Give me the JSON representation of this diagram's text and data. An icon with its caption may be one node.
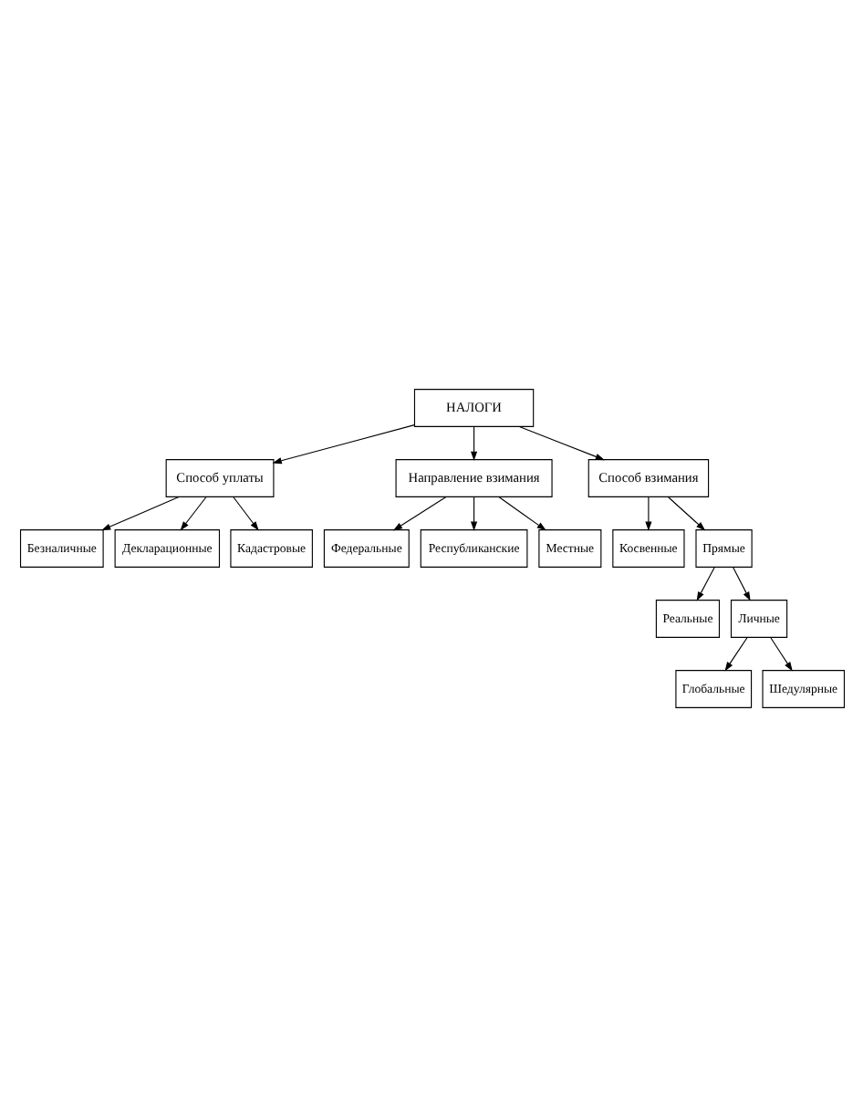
{
  "diagram": {
    "nodes": [
      {
        "text": [
          "НАЛОГИ"
        ]
      },
      {
        "text": [
          "Способ уплаты"
        ]
      },
      {
        "text": [
          "Направление взимания"
        ]
      },
      {
        "text": [
          "Способ взимания"
        ]
      },
      {
        "text": [
          "Безналичные"
        ]
      },
      {
        "text": [
          "Декларационные"
        ]
      },
      {
        "text": [
          "Кадастровые"
        ]
      },
      {
        "text": [
          "Федеральные"
        ]
      },
      {
        "text": [
          "Республиканские"
        ]
      },
      {
        "text": [
          "Местные"
        ]
      },
      {
        "text": [
          "Косвенные"
        ]
      },
      {
        "text": [
          "Прямые"
        ]
      },
      {
        "text": [
          "Реальные"
        ]
      },
      {
        "text": [
          "Личные"
        ]
      },
      {
        "text": [
          "Глобальные"
        ]
      },
      {
        "text": [
          "Шедулярные"
        ]
      }
    ],
    "edges": [
      {
        "from": 0,
        "to": 1,
        "arrow": "to"
      },
      {
        "from": 0,
        "to": 2,
        "arrow": "to"
      },
      {
        "from": 0,
        "to": 3,
        "arrow": "to"
      },
      {
        "from": 1,
        "to": 4,
        "arrow": "to"
      },
      {
        "from": 1,
        "to": 5,
        "arrow": "to"
      },
      {
        "from": 1,
        "to": 6,
        "arrow": "to"
      },
      {
        "from": 2,
        "to": 7,
        "arrow": "to"
      },
      {
        "from": 2,
        "to": 8,
        "arrow": "to"
      },
      {
        "from": 2,
        "to": 9,
        "arrow": "to"
      },
      {
        "from": 3,
        "to": 10,
        "arrow": "to"
      },
      {
        "from": 3,
        "to": 11,
        "arrow": "to"
      },
      {
        "from": 11,
        "to": 12,
        "arrow": "to"
      },
      {
        "from": 11,
        "to": 13,
        "arrow": "to"
      },
      {
        "from": 13,
        "to": 14,
        "arrow": "to"
      },
      {
        "from": 13,
        "to": 15,
        "arrow": "to"
      }
    ]
  }
}
